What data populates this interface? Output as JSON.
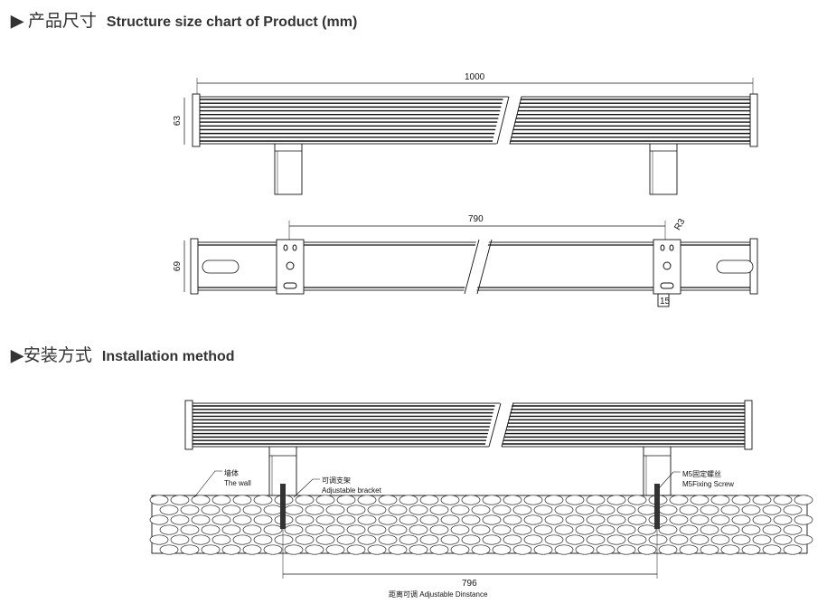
{
  "sections": [
    {
      "marker": "▶",
      "title_cn": "产品尺寸",
      "title_en": "Structure size chart of Product (mm)"
    },
    {
      "marker": "▶",
      "title_cn": "安装方式",
      "title_en": "Installation method"
    }
  ],
  "front_view": {
    "length": "1000",
    "height": "63"
  },
  "top_view": {
    "bracket_spacing": "790",
    "height": "69",
    "radius": "R3",
    "bracket_width": "15"
  },
  "installation": {
    "wall_cn": "墙体",
    "wall_en": "The wall",
    "bracket_cn": "可调支架",
    "bracket_en": "Adjustable bracket",
    "screw_cn": "M5固定螺丝",
    "screw_en": "M5Fixing Screw",
    "distance": "796",
    "distance_cn": "距离可调",
    "distance_en": "Adjustable Dinstance"
  }
}
